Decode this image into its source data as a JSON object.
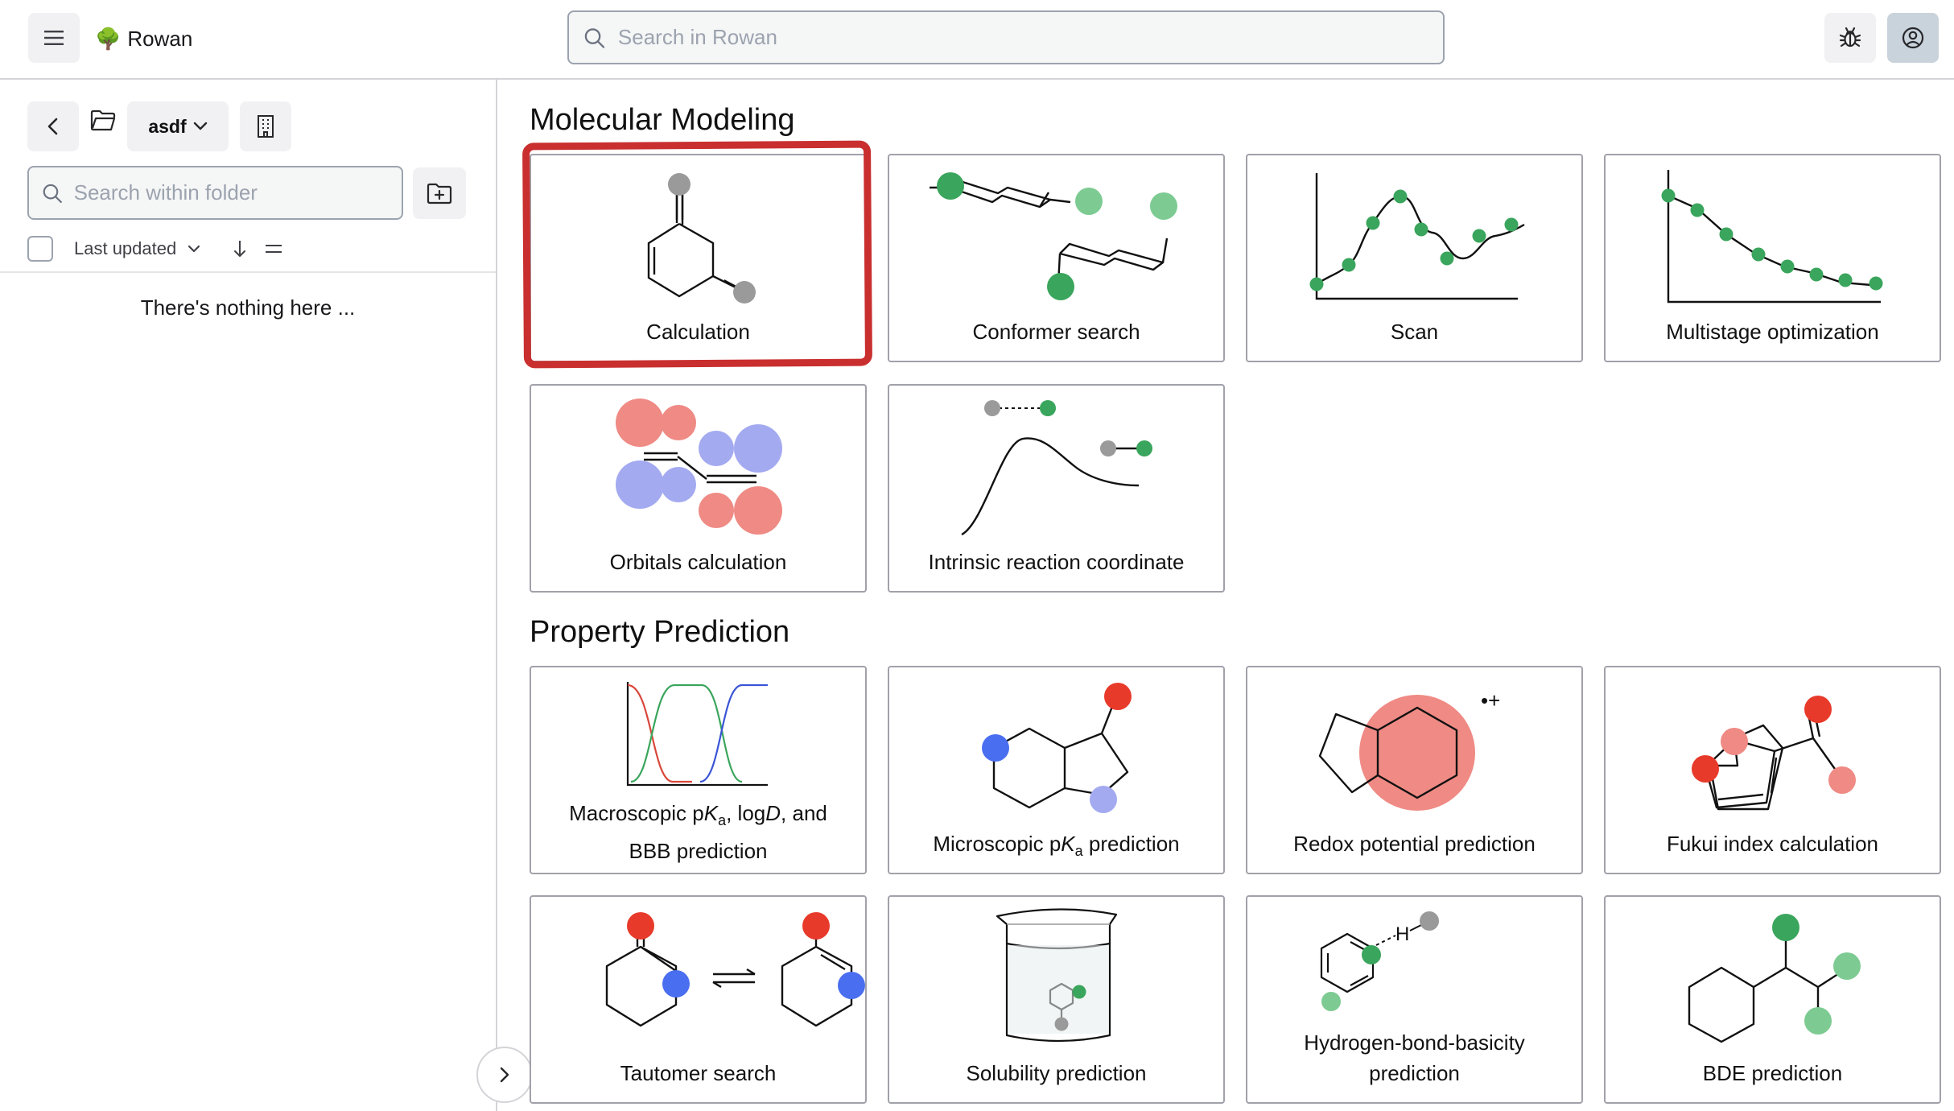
{
  "header": {
    "brand_emoji": "🌳",
    "brand_name": "Rowan",
    "search_placeholder": "Search in Rowan"
  },
  "sidebar": {
    "folder_name": "asdf",
    "search_placeholder": "Search within folder",
    "sort_label": "Last updated",
    "empty_message": "There's nothing here ..."
  },
  "sections": {
    "modeling_title": "Molecular Modeling",
    "property_title": "Property Prediction"
  },
  "cards": {
    "calculation": "Calculation",
    "conformer": "Conformer search",
    "scan": "Scan",
    "multistage": "Multistage optimization",
    "orbitals": "Orbitals calculation",
    "irc": "Intrinsic reaction coordinate",
    "macro_pka": {
      "p1": "Macroscopic p",
      "k": "K",
      "a": "a",
      "p2": ", log",
      "d": "D",
      "p3": ", and",
      "line2": "BBB prediction"
    },
    "micro_pka": {
      "p1": "Microscopic p",
      "k": "K",
      "a": "a",
      "p2": " prediction"
    },
    "redox": "Redox potential prediction",
    "redox_charge": "•+",
    "fukui": "Fukui index calculation",
    "tautomer": "Tautomer search",
    "solubility": "Solubility prediction",
    "hbond": {
      "line1": "Hydrogen-bond-basicity",
      "line2": "prediction"
    },
    "hbond_atom": "H",
    "bde": "BDE prediction"
  },
  "colors": {
    "green": "#3aa55c",
    "light_green": "#7dcb92",
    "gray": "#9a9a9a",
    "red": "#e83a2a",
    "pink": "#ef8a84",
    "blue": "#4a6ef0",
    "lavender": "#a3aaf0",
    "highlight_red": "#c92f2f"
  }
}
